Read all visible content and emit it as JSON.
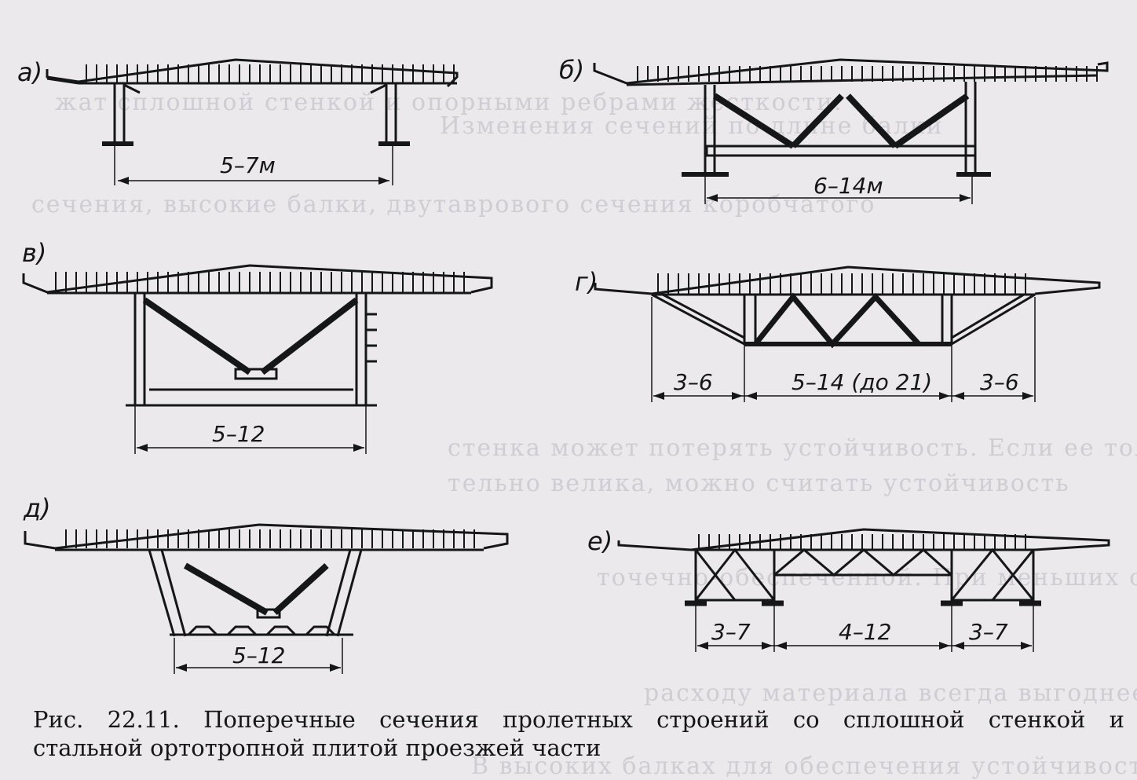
{
  "figure": {
    "panels": [
      {
        "label": "а)",
        "dimensions": [
          "5–7м"
        ]
      },
      {
        "label": "б)",
        "dimensions": [
          "6–14м"
        ]
      },
      {
        "label": "в)",
        "dimensions": [
          "5–12"
        ]
      },
      {
        "label": "г)",
        "dimensions": [
          "3–6",
          "5–14 (до 21)",
          "3–6"
        ]
      },
      {
        "label": "д)",
        "dimensions": [
          "5–12"
        ]
      },
      {
        "label": "е)",
        "dimensions": [
          "3–7",
          "4–12",
          "3–7"
        ]
      }
    ],
    "caption_line1": "Рис. 22.11. Поперечные сечения  пролетных строений  со  сплошной стенкой  и",
    "caption_line2": "стальной ортотропной плитой проезжей части"
  },
  "bleed_through_text": [
    "жат сплошной стенкой и опорными ребрами жесткости.",
    "Изменения сечений по длине балки",
    "сечения, высокие балки, двутаврового сечения коробчатого",
    "стенка может потерять устойчивость. Если ее толщина",
    "тельно велика, можно считать устойчивость",
    "точечно-обеспеченной. При меньших соотношениях стенки",
    "расходу материала всегда выгоднее",
    "В высоких балках для обеспечения устойчивости"
  ]
}
